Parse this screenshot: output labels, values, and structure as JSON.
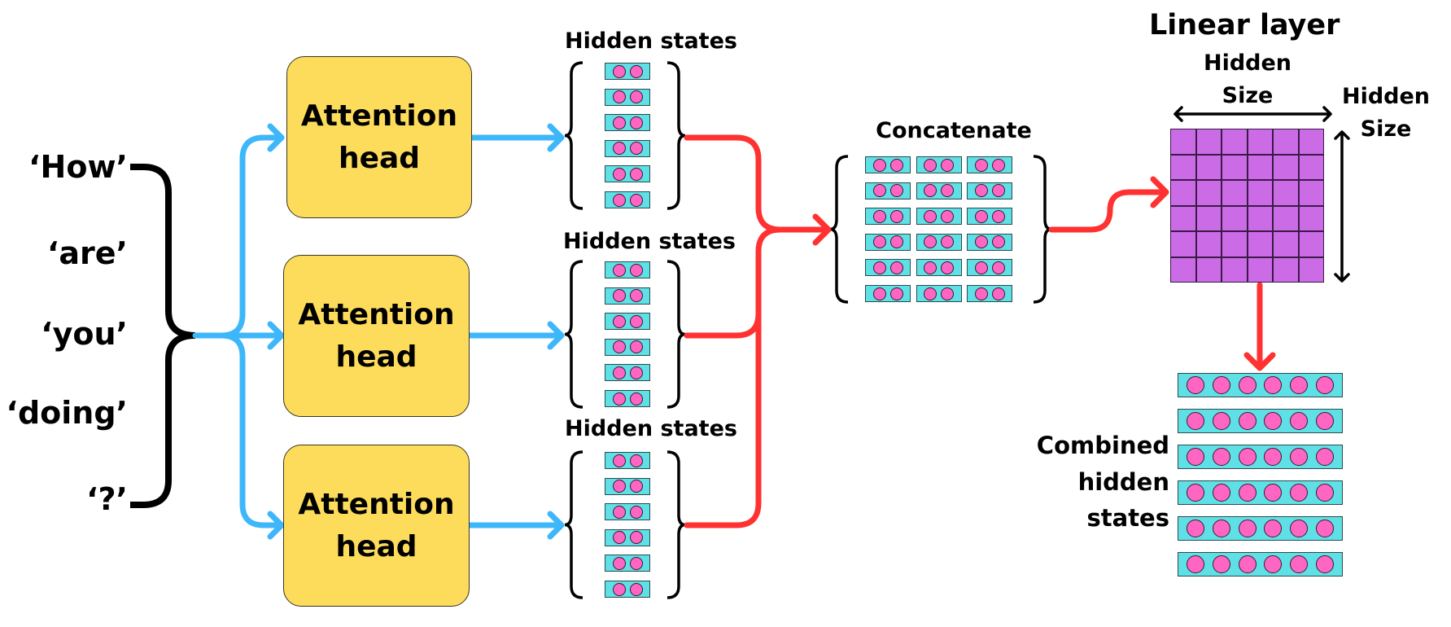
{
  "tokens": [
    "‘How’",
    "‘are’",
    "‘you’",
    "‘doing’",
    "‘?’"
  ],
  "attention_heads": [
    {
      "line1": "Attention",
      "line2": "head"
    },
    {
      "line1": "Attention",
      "line2": "head"
    },
    {
      "line1": "Attention",
      "line2": "head"
    }
  ],
  "hidden_states_label": "Hidden states",
  "hidden_states_per_head": {
    "rows": 6,
    "dims_per_row": 2
  },
  "concatenate": {
    "label": "Concatenate",
    "rows": 6,
    "blocks_per_row": 3,
    "dims_per_block": 2
  },
  "linear_layer": {
    "title": "Linear layer",
    "width_label_line1": "Hidden",
    "width_label_line2": "Size",
    "height_label_line1": "Hidden",
    "height_label_line2": "Size",
    "grid_rows": 6,
    "grid_cols": 6
  },
  "combined": {
    "label_line1": "Combined",
    "label_line2": "hidden",
    "label_line3": "states",
    "rows": 6,
    "dims_per_row": 6
  },
  "colors": {
    "input_arrows": "#3db7fa",
    "output_arrows": "#ff3131",
    "head_box": "#fddc5c",
    "vector_cell": "#5ee0e6",
    "vector_dot": "#ff66c4",
    "linear_grid": "#cb6ce6"
  }
}
